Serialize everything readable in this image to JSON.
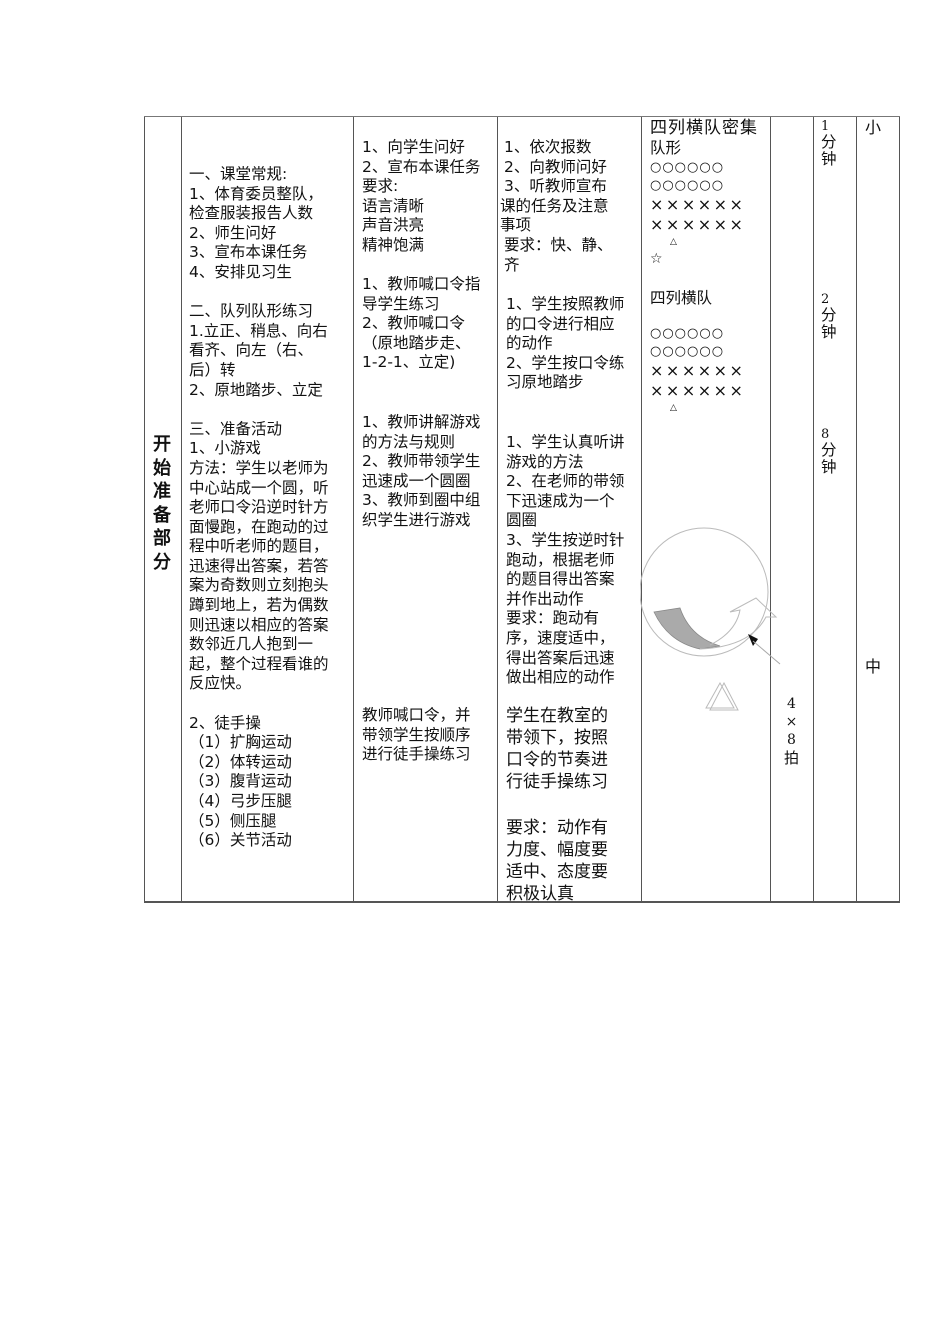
{
  "section": {
    "title_chars": [
      "开",
      "始",
      "准",
      "备",
      "部",
      "分"
    ]
  },
  "content": {
    "routine_title": "一、课堂常规:",
    "routine_items": [
      "1、体育委员整队，",
      "检查服装报告人数",
      "2、师生问好",
      "3、宣布本课任务",
      "4、安排见习生"
    ],
    "drill_title": "二、队列队形练习",
    "drill_items": [
      "1.立正、稍息、向右",
      "看齐、向左（右、",
      "后）转",
      "2、原地踏步、立定"
    ],
    "warmup_title": "三、准备活动",
    "game_title": "1、小游戏",
    "game_method": [
      "方法：学生以老师为",
      "中心站成一个圆，听",
      "老师口令沿逆时针方",
      "面慢跑，在跑动的过",
      "程中听老师的题目，",
      "迅速得出答案，若答",
      "案为奇数则立刻抱头",
      "蹲到地上，若为偶数",
      "则迅速以相应的答案",
      "数邻近几人抱到一",
      "起，整个过程看谁的",
      "反应快。"
    ],
    "exercise_title": "2、徒手操",
    "exercise_items": [
      "（1）扩胸运动",
      "（2）体转运动",
      "（3）腹背运动",
      "（4）弓步压腿",
      "（5）侧压腿",
      "（6）关节活动"
    ]
  },
  "teacher": {
    "block1": [
      "1、向学生问好",
      "2、宣布本课任务",
      "要求:",
      "语言清晰",
      "声音洪亮",
      "精神饱满"
    ],
    "block2": [
      "1、教师喊口令指",
      "导学生练习",
      "2、教师喊口令",
      "（原地踏步走、",
      "1-2-1、立定)"
    ],
    "block3": [
      "1、教师讲解游戏",
      "的方法与规则",
      "2、教师带领学生",
      "迅速成一个圆圈",
      "3、教师到圈中组",
      "织学生进行游戏"
    ],
    "block4": [
      "教师喊口令，并",
      "带领学生按顺序",
      "进行徒手操练习"
    ]
  },
  "student": {
    "block1": [
      "1、依次报数",
      "2、向教师问好",
      "3、听教师宣布",
      "课的任务及注意",
      "事项",
      "要求：快、静、",
      "齐"
    ],
    "block2": [
      "1、学生按照教师",
      "的口令进行相应",
      "的动作",
      "2、学生按口令练",
      "习原地踏步"
    ],
    "block3": [
      "1、学生认真听讲",
      "游戏的方法",
      "2、在老师的带领",
      "下迅速成为一个",
      "圆圈",
      "3、学生按逆时针",
      "跑动，根据老师",
      "的题目得出答案",
      "并作出动作",
      "要求：跑动有",
      "序，速度适中，",
      "得出答案后迅速",
      "做出相应的动作"
    ],
    "block4": [
      "学生在教室的",
      "带领下，按照",
      "口令的节奏进",
      "行徒手操练习"
    ],
    "block5": [
      "要求：动作有",
      "力度、幅度要",
      "适中、态度要",
      "积极认真"
    ]
  },
  "organization": {
    "formation1_title": [
      "四列横队密集",
      "队形"
    ],
    "formation1_rows": [
      "○○○○○○",
      "○○○○○○",
      "××××××",
      "××××××"
    ],
    "teacher_marker": "△",
    "star_marker": "☆",
    "formation2_title": "四列横队",
    "formation2_rows": [
      "○○○○○○",
      "○○○○○○",
      "××××××",
      "××××××"
    ]
  },
  "count": {
    "chars": [
      "4",
      "×",
      "8",
      "拍"
    ]
  },
  "time": {
    "t1": [
      "1",
      "分",
      "钟"
    ],
    "t2": [
      "2",
      "分",
      "钟"
    ],
    "t3": [
      "8",
      "分",
      "钟"
    ]
  },
  "intensity": {
    "top": "小",
    "mid": "中"
  }
}
